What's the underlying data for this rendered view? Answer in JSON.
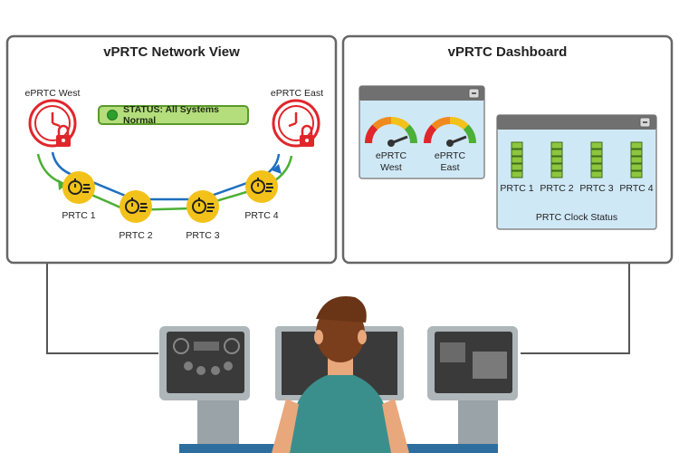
{
  "network_view": {
    "title": "vPRTC Network View",
    "status_text": "STATUS: All Systems Normal",
    "eprtc_west": "ePRTC West",
    "eprtc_east": "ePRTC East",
    "nodes": [
      "PRTC 1",
      "PRTC 2",
      "PRTC 3",
      "PRTC 4"
    ]
  },
  "dashboard": {
    "title": "vPRTC Dashboard",
    "gauges": [
      {
        "line1": "ePRTC",
        "line2": "West"
      },
      {
        "line1": "ePRTC",
        "line2": "East"
      }
    ],
    "clock_status": {
      "caption": "PRTC Clock Status",
      "labels": [
        "PRTC 1",
        "PRTC 2",
        "PRTC 3",
        "PRTC 4"
      ]
    },
    "minimize_symbol": "–"
  },
  "colors": {
    "panel_border": "#666666",
    "widget_bg": "#cfe8f6",
    "widget_header": "#707070",
    "clock_red": "#e0262b",
    "node_yellow": "#f2c21a",
    "link_blue": "#1f6fc1",
    "link_green": "#4caf36",
    "status_green": "#b4dd7c",
    "bar_green": "#8dc63f",
    "shirt": "#3a8f8c",
    "hair": "#7a3e1c",
    "skin": "#e9a77c",
    "screen_dark": "#3a3a3a"
  }
}
